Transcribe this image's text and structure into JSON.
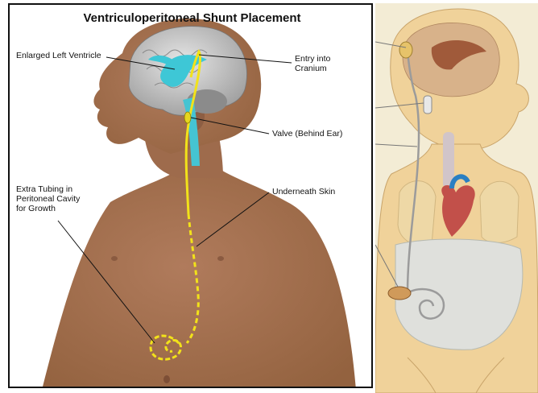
{
  "title": "Ventriculoperitoneal Shunt Placement",
  "labels": {
    "ventricle": "Enlarged Left Ventricle",
    "entry": "Entry into\nCranium",
    "valve": "Valve (Behind Ear)",
    "extra_tubing": "Extra Tubing in\nPeritoneal Cavity\nfor Growth",
    "skin": "Underneath Skin"
  },
  "colors": {
    "skin": "#a47255",
    "skin_shadow": "#8d5e43",
    "brain": "#c9c9c9",
    "ventricle": "#3ec7d6",
    "tubing": "#f2e21a",
    "panel_bg": "#f3ecd5"
  }
}
